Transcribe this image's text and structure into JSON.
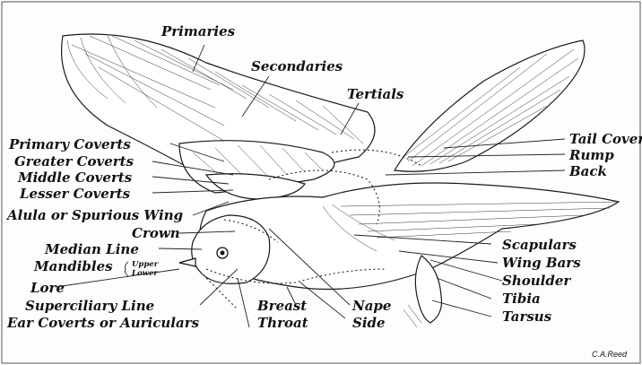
{
  "labels": {
    "primaries": "Primaries",
    "secondaries": "Secondaries",
    "tertials": "Tertials",
    "primary_coverts": "Primary Coverts",
    "greater_coverts": "Greater Coverts",
    "middle_coverts": "Middle Coverts",
    "lesser_coverts": "Lesser Coverts",
    "alula": "Alula or Spurious Wing",
    "crown": "Crown",
    "median_line": "Median Line",
    "mandibles": "Mandibles",
    "upper": "Upper",
    "lower": "Lower",
    "lore": "Lore",
    "superciliary": "Superciliary Line",
    "ear_coverts": "Ear Coverts or Auriculars",
    "breast": "Breast",
    "throat": "Throat",
    "nape": "Nape",
    "side": "Side",
    "tail_coverts": "Tail Coverts",
    "rump": "Rump",
    "back": "Back",
    "scapulars": "Scapulars",
    "wing_bars": "Wing Bars",
    "shoulder": "Shoulder",
    "tibia": "Tibia",
    "tarsus": "Tarsus"
  },
  "signature": "C.A.Reed"
}
